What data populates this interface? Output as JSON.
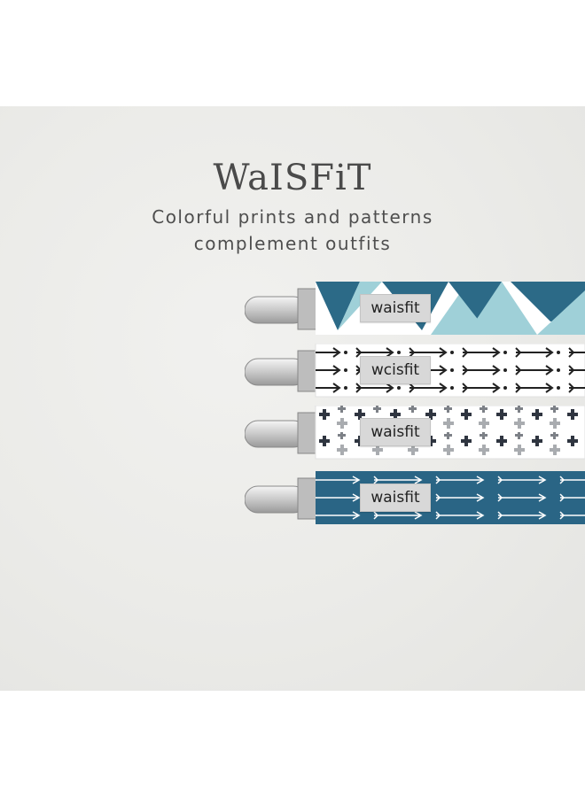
{
  "brand": "WaISFiT",
  "tagline_line1": "Colorful prints and patterns",
  "tagline_line2": "complement outfits",
  "straps": [
    {
      "pattern": "triangles",
      "label": "waisfit",
      "color": "#2c6a87"
    },
    {
      "pattern": "arrows-black-on-white",
      "label": "wcisfit",
      "color": "#ffffff"
    },
    {
      "pattern": "grey-crosses",
      "label": "waisfit",
      "color": "#ffffff"
    },
    {
      "pattern": "white-arrows-on-teal",
      "label": "waisfit",
      "color": "#2a6585"
    }
  ],
  "colors": {
    "teal": "#2c6a87",
    "mint": "#9fd0d8",
    "clip": "#d9d9d9"
  }
}
